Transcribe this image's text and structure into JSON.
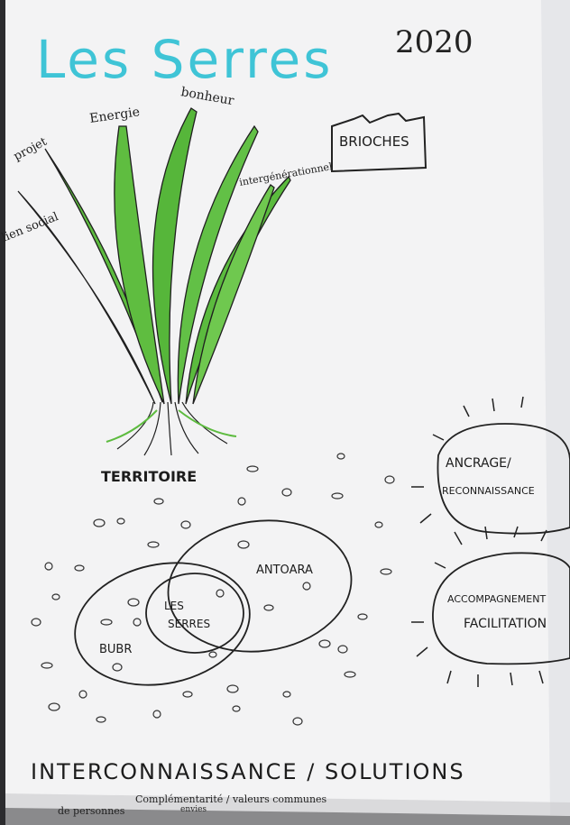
{
  "title": "Les Serres",
  "year": "2020",
  "box_label": "BRIOCHES",
  "leaf_labels": {
    "projet": "projet",
    "energie": "Energie",
    "bonheur": "bonheur",
    "intergenerationnel": "intergénérationnel",
    "lien_social": "lien social"
  },
  "root_label": "TERRITOIRE",
  "venn": {
    "left": "BUBR",
    "center_line1": "LES",
    "center_line2": "SERRES",
    "right": "ANTOARA"
  },
  "suns": {
    "top_line1": "ANCRAGE/",
    "top_line2": "RECONNAISSANCE",
    "bottom_line1": "ACCOMPAGNEMENT",
    "bottom_line2": "FACILITATION"
  },
  "footer": {
    "main": "INTERCONNAISSANCE / SOLUTIONS",
    "sub1": "Complémentarité / valeurs communes",
    "sub2": "de personnes",
    "sub3": "envies"
  },
  "colors": {
    "title": "#3fc4d6",
    "leaf_green": "#5dbb3f",
    "ink": "#222222",
    "paper": "#f3f3f4"
  }
}
